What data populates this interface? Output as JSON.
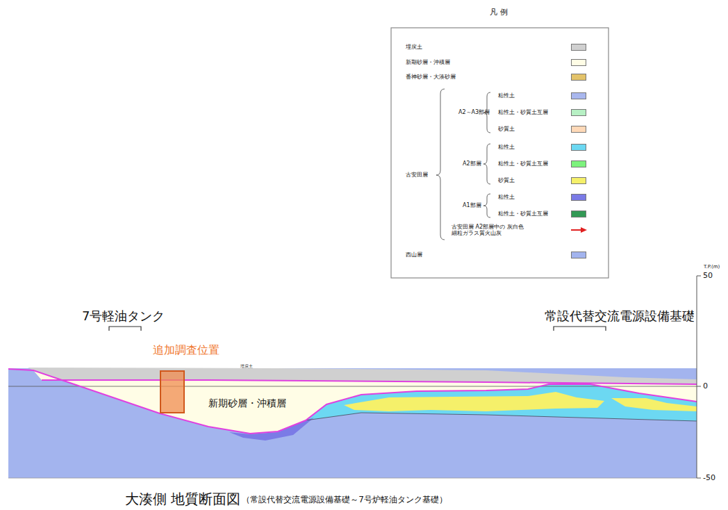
{
  "diagram": {
    "caption": "大湊側 地質断面図",
    "nodes": [
      {
        "text": [
          "追加調査位置"
        ]
      }
    ],
    "labels": [
      "凡 例",
      "古安田層",
      "A2～A3部層",
      "A2部層",
      "A1部層",
      "7号軽油タンク",
      "常設代替交流電源設備基礎",
      "新期砂層・沖積層",
      "（常設代替交流電源設備基礎～7号炉軽油タンク基礎）",
      "T.P.(m)",
      "50",
      "0",
      "-50",
      "埋戻土"
    ],
    "legend": [
      {
        "text": "埋戻土",
        "color": "#d0d0d0"
      },
      {
        "text": "新期砂層・沖積層",
        "color": "#fffde6"
      },
      {
        "text": "番神砂層・大湊砂層",
        "color": "#e3c36a"
      },
      {
        "text": "粘性土",
        "color": "#a9b7ee"
      },
      {
        "text": "粘性土・砂質土互層",
        "color": "#b7f0c4"
      },
      {
        "text": "砂質土",
        "color": "#ffd9b8"
      },
      {
        "text": "粘性土",
        "color": "#6cd8f2"
      },
      {
        "text": "粘性土・砂質土互層",
        "color": "#7df27d"
      },
      {
        "text": "砂質土",
        "color": "#f5f06a"
      },
      {
        "text": "粘性土",
        "color": "#7b7be6"
      },
      {
        "text": "粘性土・砂質土互層",
        "color": "#339955"
      },
      {
        "text": "古安田層 A2部層中の 灰白色細粒ガラス質火山灰"
      },
      {
        "text": "西山層",
        "color": "#a3b4ee"
      }
    ]
  }
}
